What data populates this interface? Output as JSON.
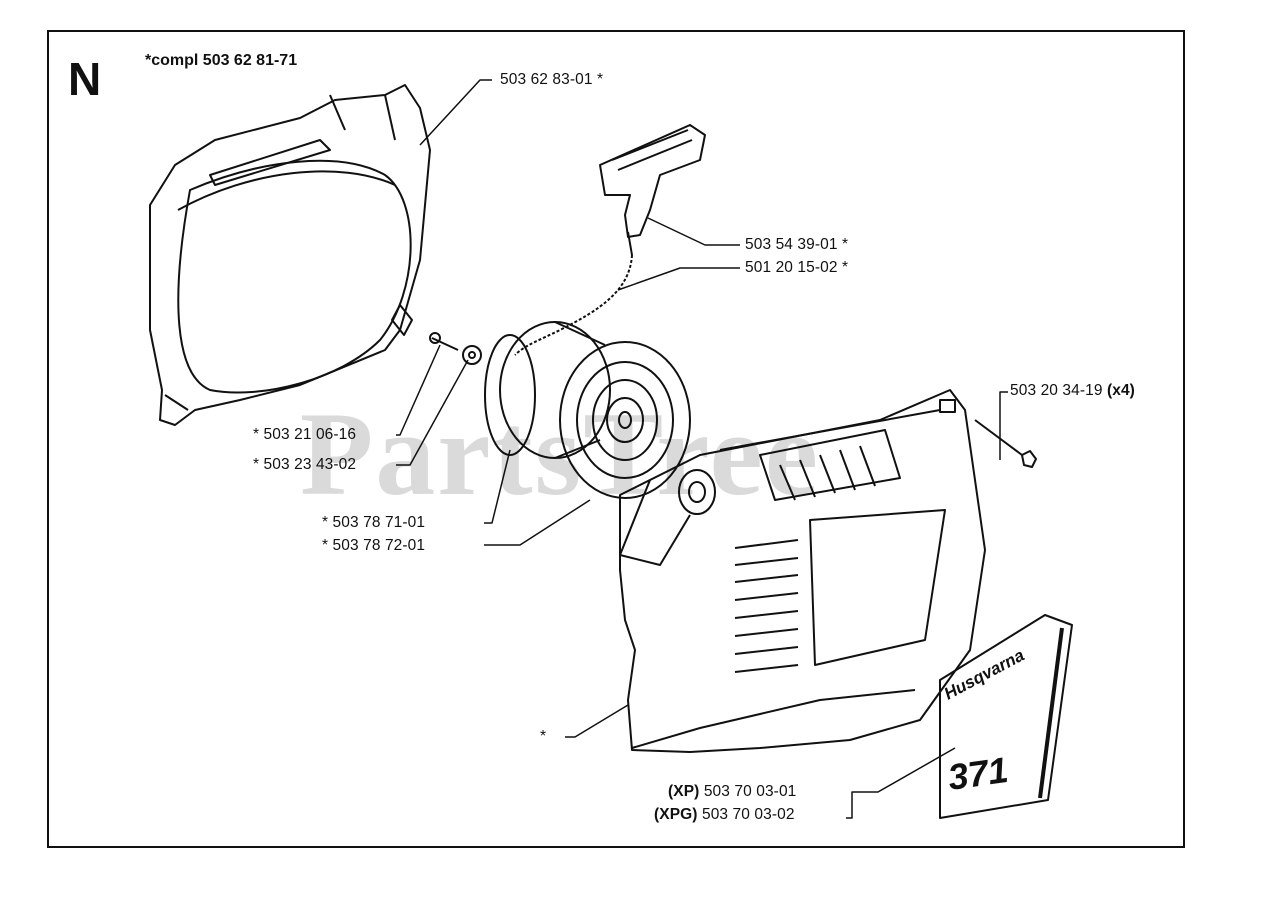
{
  "section_letter": "N",
  "complete_assembly": "*compl 503 62 81-71",
  "watermark": "PartsTree",
  "decal_brand": "Husqvarna",
  "decal_model": "371",
  "labels": {
    "fan_housing": "503 62 83-01 *",
    "handle": "503 54 39-01 *",
    "rope": "501 20 15-02 *",
    "screw_right": "503 20 34-19",
    "screw_right_qty": "(x4)",
    "screw_left": "* 503 21 06-16",
    "washer_left": "* 503 23 43-02",
    "pulley": "* 503 78 71-01",
    "spring": "* 503 78 72-01",
    "cover": "*",
    "decal_xp_tag": "(XP)",
    "decal_xp": "503 70 03-01",
    "decal_xpg_tag": "(XPG)",
    "decal_xpg": "503 70 03-02"
  }
}
